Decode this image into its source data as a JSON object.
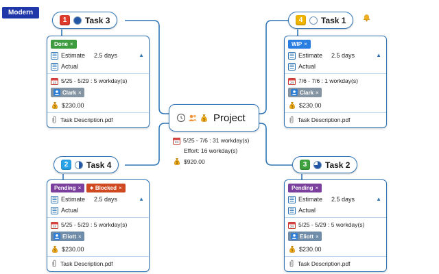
{
  "style_label": "Modern",
  "ui": {
    "close_glyph": "×",
    "arrow_up": "▲",
    "blocked_glyph": "◆",
    "accent": "#2e75b6"
  },
  "project": {
    "title": "Project",
    "dates": "5/25 - 7/6 : 31 workday(s)",
    "effort": "Effort: 16 workday(s)",
    "cost": "$920.00"
  },
  "tasks": [
    {
      "title": "Task 3",
      "number": "1",
      "number_color": "#df3a2b",
      "progress": 100,
      "tags": [
        {
          "label": "Done",
          "color": "#3d9c40"
        }
      ],
      "estimate_label": "Estimate",
      "estimate_value": "2.5 days",
      "actual_label": "Actual",
      "dates": "5/25 - 5/29 : 5 workday(s)",
      "assignee": "Clark",
      "assignee_color": "#8494a2",
      "cost": "$230.00",
      "attachment": "Task Description.pdf"
    },
    {
      "title": "Task 1",
      "number": "4",
      "number_color": "#f0b400",
      "progress": 0,
      "tags": [
        {
          "label": "WIP",
          "color": "#2a7de1"
        }
      ],
      "estimate_label": "Estimate",
      "estimate_value": "2.5 days",
      "actual_label": "Actual",
      "dates": "7/6 - 7/6 : 1 workday(s)",
      "assignee": "Clark",
      "assignee_color": "#8494a2",
      "cost": "$230.00",
      "attachment": "Task Description.pdf"
    },
    {
      "title": "Task 4",
      "number": "2",
      "number_color": "#2aa3e8",
      "progress": 50,
      "tags": [
        {
          "label": "Pending",
          "color": "#7b3f9e"
        },
        {
          "label": "Blocked",
          "color": "#cf4a21"
        }
      ],
      "estimate_label": "Estimate",
      "estimate_value": "2.5 days",
      "actual_label": "Actual",
      "dates": "5/25 - 5/29 : 5 workday(s)",
      "assignee": "Eliott",
      "assignee_color": "#6f8ca8",
      "cost": "$230.00",
      "attachment": "Task Description.pdf"
    },
    {
      "title": "Task 2",
      "number": "3",
      "number_color": "#3fa23f",
      "progress": 75,
      "tags": [
        {
          "label": "Pending",
          "color": "#7b3f9e"
        }
      ],
      "estimate_label": "Estimate",
      "estimate_value": "2.5 days",
      "actual_label": "Actual",
      "dates": "5/25 - 5/29 : 5 workday(s)",
      "assignee": "Eliott",
      "assignee_color": "#6f8ca8",
      "cost": "$230.00",
      "attachment": "Task Description.pdf"
    }
  ]
}
